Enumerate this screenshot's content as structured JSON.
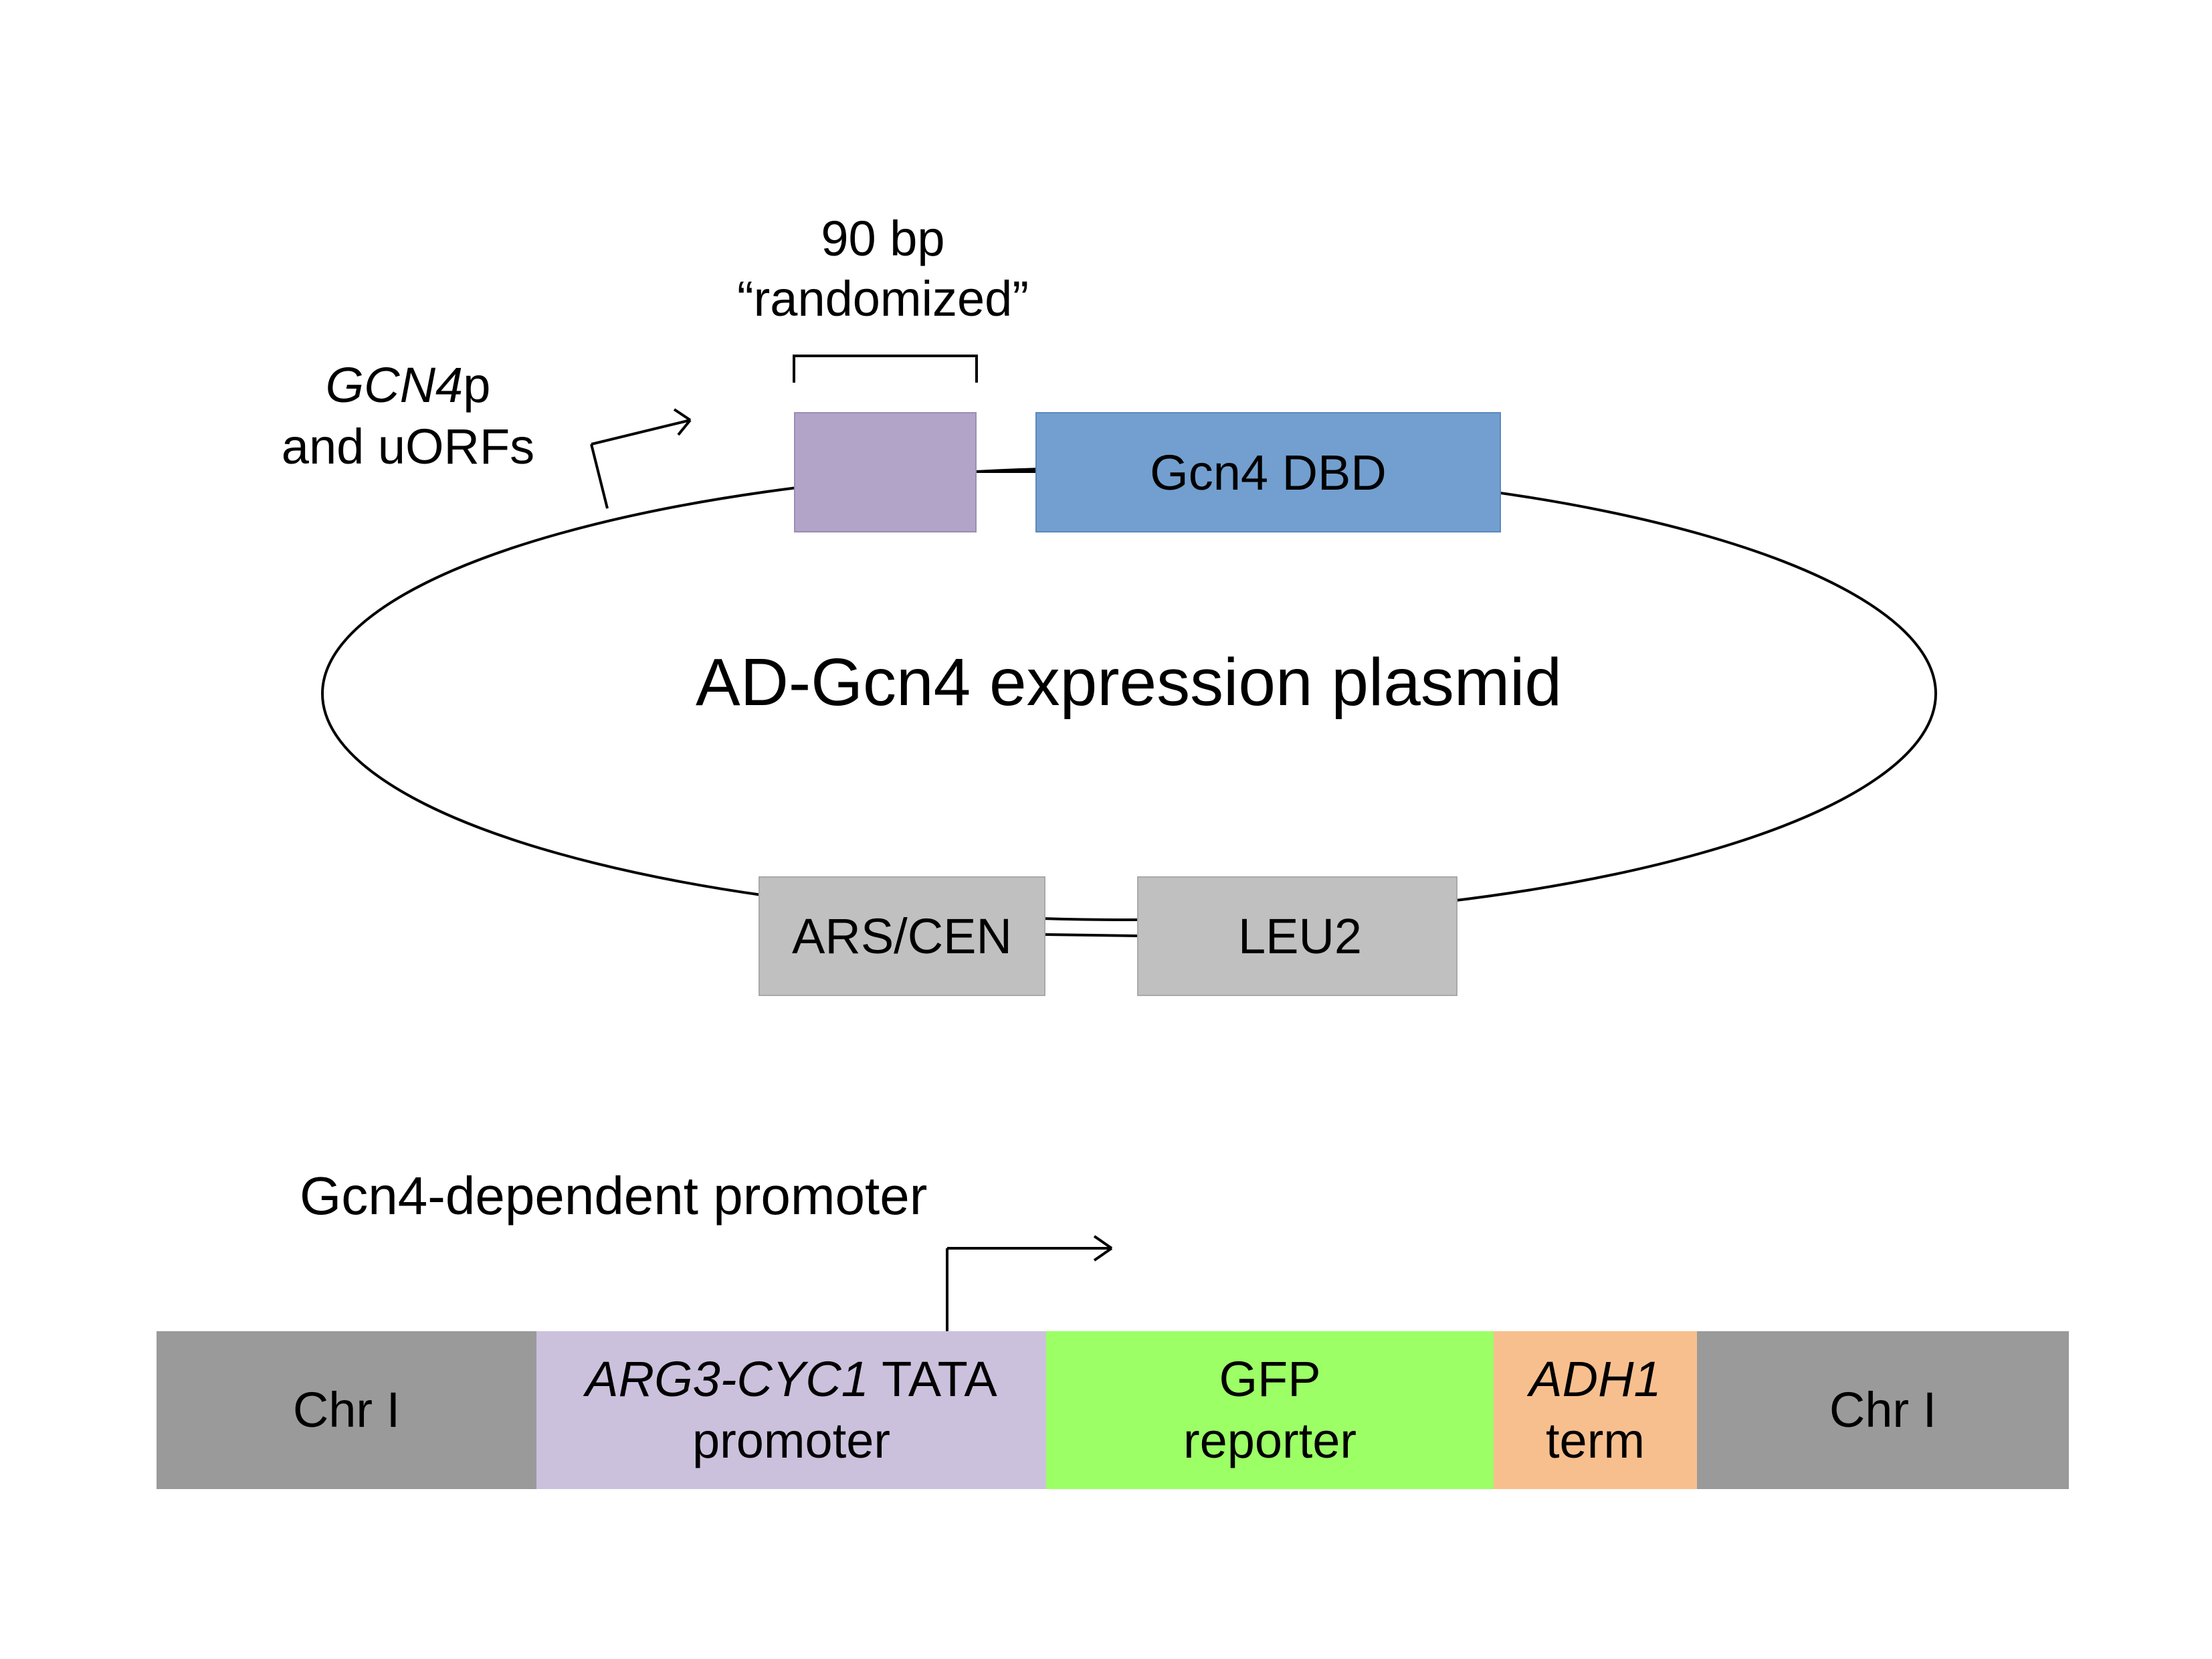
{
  "plasmid": {
    "title": "AD-Gcn4 expression plasmid",
    "promoter_label": {
      "italic": "GCN4",
      "rest": "p",
      "line2": "and uORFs"
    },
    "random_label": {
      "line1": "90 bp",
      "line2": "“randomized”"
    },
    "random_box_color": "#b2a4c8",
    "dbd": {
      "label": "Gcn4 DBD",
      "color": "#729fcf"
    },
    "ars": {
      "label": "ARS/CEN",
      "color": "#c0c0c0"
    },
    "leu2": {
      "label": "LEU2",
      "color": "#c0c0c0"
    }
  },
  "reporter": {
    "promoter_label": "Gcn4-dependent promoter",
    "segments": {
      "chr_left": {
        "label": "Chr I",
        "color": "#9a9a9a"
      },
      "promoter": {
        "italic": "ARG3-CYC1",
        "rest": " TATA",
        "line2": "promoter",
        "color": "#cbc1dc"
      },
      "gfp": {
        "line1": "GFP",
        "line2": "reporter",
        "color": "#9cff66"
      },
      "adh1": {
        "italic": "ADH1",
        "line2": "term",
        "color": "#f8bf8e"
      },
      "chr_right": {
        "label": "Chr I",
        "color": "#9a9a9a"
      }
    }
  }
}
